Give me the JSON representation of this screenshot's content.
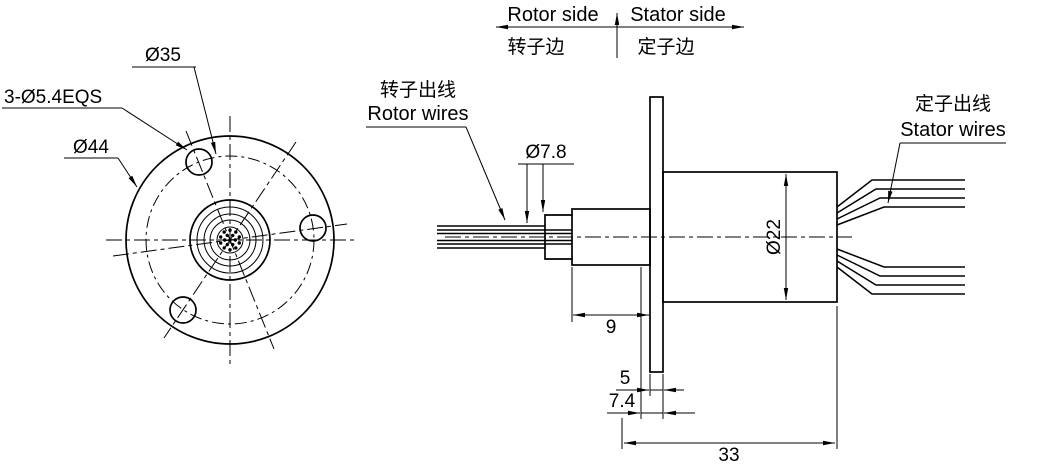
{
  "front_view": {
    "dim_bolt_circle_label": "Ø35",
    "dim_holes_label": "3-Ø5.4EQS",
    "dim_outer_label": "Ø44"
  },
  "side_view": {
    "header": {
      "rotor_side_en": "Rotor side",
      "stator_side_en": "Stator side",
      "rotor_side_zh": "转子边",
      "stator_side_zh": "定子边"
    },
    "labels": {
      "rotor_wires_zh": "转子出线",
      "rotor_wires_en": "Rotor wires",
      "stator_wires_zh": "定子出线",
      "stator_wires_en": "Stator wires"
    },
    "dimensions": {
      "shaft_diameter": "Ø7.8",
      "body_diameter": "Ø22",
      "rotor_length": "9",
      "flange_thickness": "5",
      "flange_total": "7.4",
      "body_length": "33"
    }
  },
  "colors": {
    "line": "#000000",
    "background": "#ffffff"
  }
}
